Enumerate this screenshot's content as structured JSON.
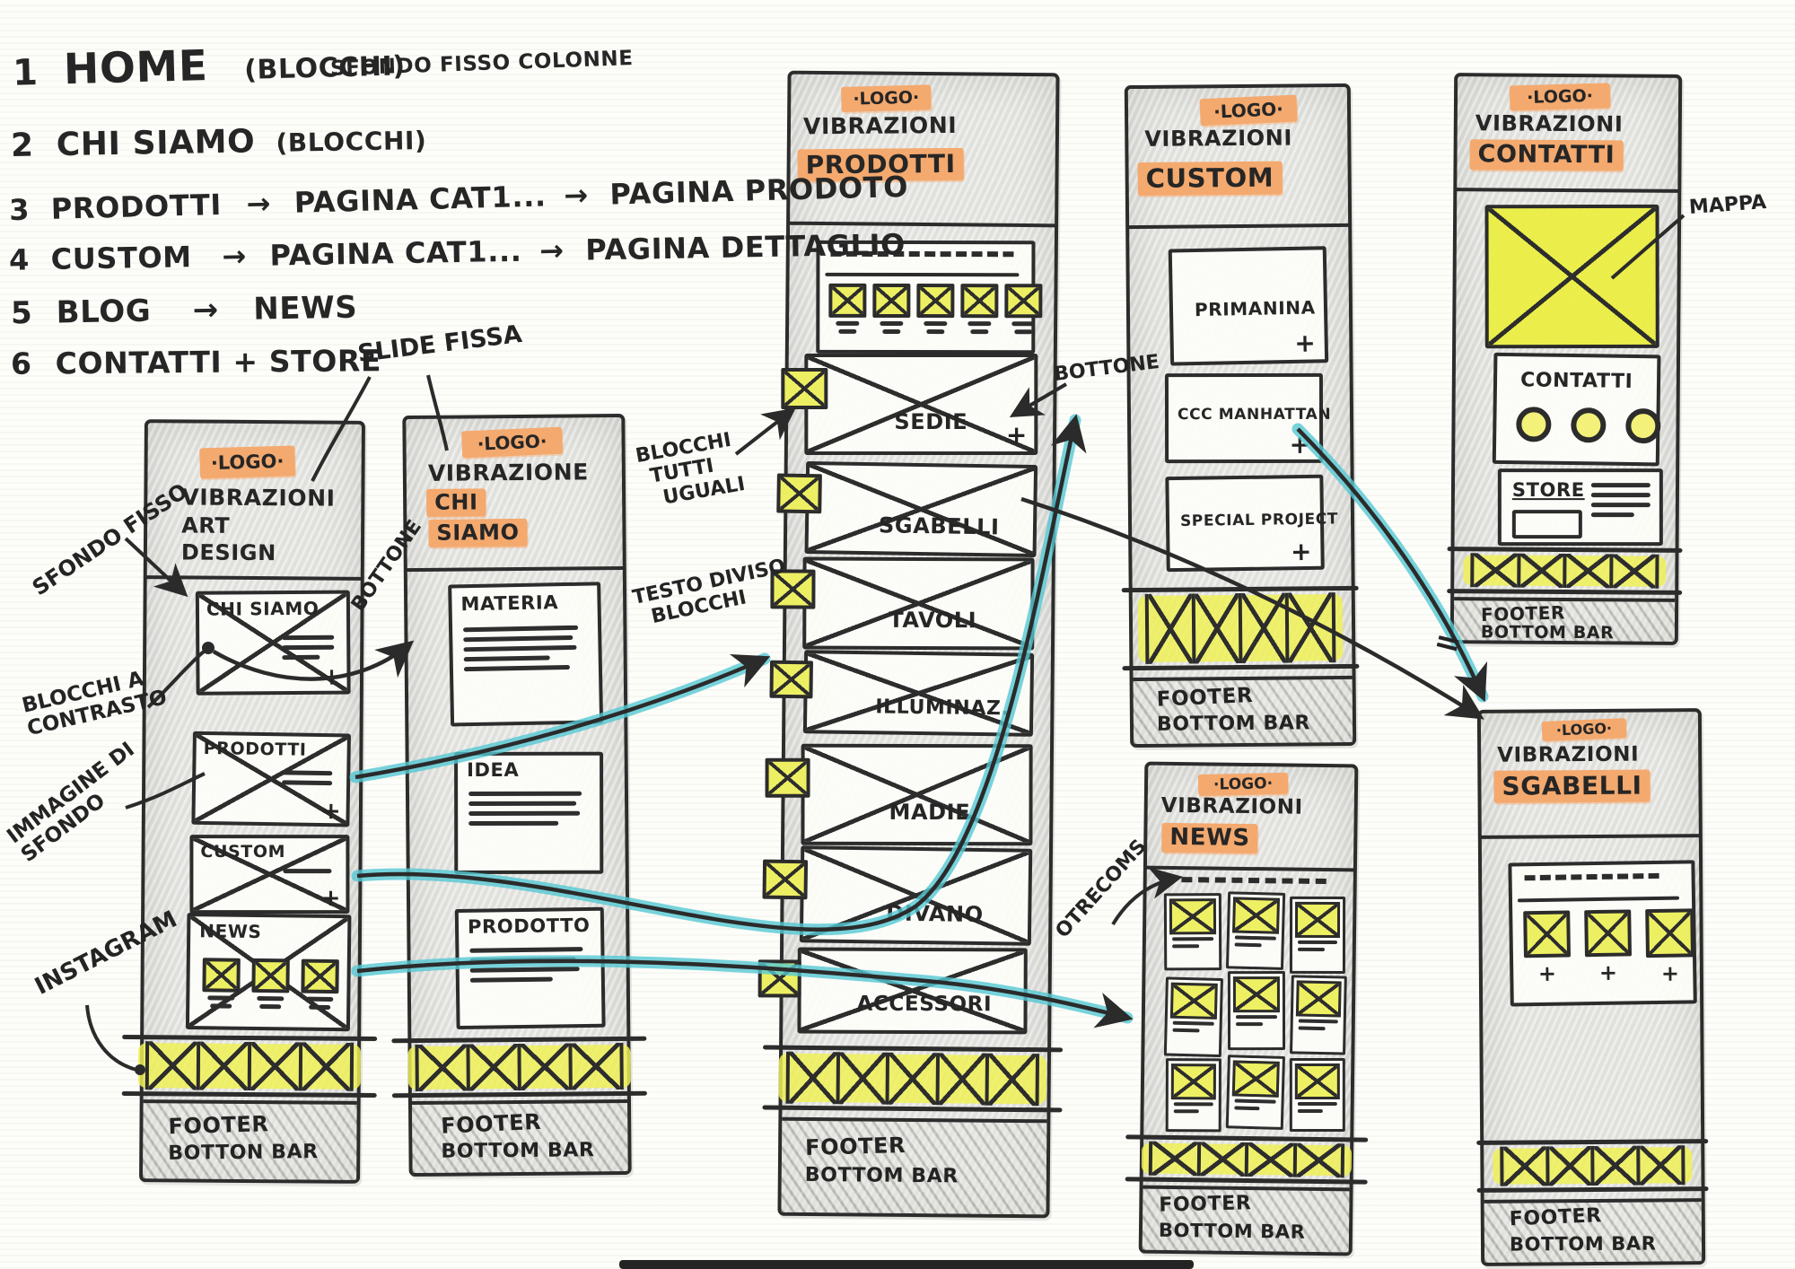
{
  "title": "Vibrazioni Art Design — website wireframe sketch",
  "glyphs": {
    "plus": "+",
    "arrow": "→",
    "equals": "="
  },
  "colors": {
    "highlight_orange": "#f4a96e",
    "highlight_yellow": "#edef63",
    "marker_teal": "#53c6d3",
    "ink": "#2d2d2d"
  },
  "sitemap": {
    "note": "SFONDO FISSO COLONNE",
    "items": [
      {
        "num": "1",
        "label": "HOME",
        "paren": "(BLOCCHI)"
      },
      {
        "num": "2",
        "label": "CHI SIAMO",
        "paren": "(BLOCCHI)"
      },
      {
        "num": "3",
        "label": "PRODOTTI",
        "step1": "PAGINA CAT1...",
        "step2": "PAGINA PRODOTO"
      },
      {
        "num": "4",
        "label": "CUSTOM",
        "step1": "PAGINA CAT1...",
        "step2": "PAGINA DETTAGLIO"
      },
      {
        "num": "5",
        "label": "BLOG",
        "step1": "NEWS"
      },
      {
        "num": "6",
        "label": "CONTATTI + STORE"
      }
    ]
  },
  "annotations": {
    "slide_fissa": "SLIDE FISSA",
    "sfondo_fisso": "SFONDO FISSO",
    "blocchi_contrasto_l1": "BLOCCHI A",
    "blocchi_contrasto_l2": "CONTRASTO",
    "immagine_l1": "IMMAGINE DI",
    "immagine_l2": "SFONDO",
    "instagram": "INSTAGRAM",
    "bottone_home": "BOTTONE",
    "blocchi_uguali_l1": "BLOCCHI",
    "blocchi_uguali_l2": "TUTTI",
    "blocchi_uguali_l3": "UGUALI",
    "testo_diviso_l1": "TESTO DIVISO",
    "testo_diviso_l2": "BLOCCHI",
    "bottone_prodotti": "BOTTONE",
    "mappa": "MAPPA",
    "otrecoms": "OTRECOMS"
  },
  "wireframes": {
    "home": {
      "logo": "·LOGO·",
      "brand1": "VIBRAZIONI",
      "brand2": "ART",
      "brand3": "DESIGN",
      "block1": "CHI SIAMO",
      "block2": "PRODOTTI",
      "block3": "CUSTOM",
      "block4": "NEWS",
      "footer1": "FOOTER",
      "footer2": "BOTTON BAR"
    },
    "chi_siamo": {
      "logo": "·LOGO·",
      "brand": "VIBRAZIONE",
      "page1": "CHI",
      "page2": "SIAMO",
      "block1": "MATERIA",
      "block2": "IDEA",
      "block3": "PRODOTTO",
      "footer1": "FOOTER",
      "footer2": "BOTTOM BAR"
    },
    "prodotti": {
      "logo": "·LOGO·",
      "brand": "VIBRAZIONI",
      "page": "PRODOTTI",
      "cat1": "SEDIE",
      "cat2": "SGABELLI",
      "cat3": "TAVOLI",
      "cat4": "ILLUMINAZ.",
      "cat5": "MADIE",
      "cat6": "DIVANO",
      "cat7": "ACCESSORI",
      "footer1": "FOOTER",
      "footer2": "BOTTOM BAR"
    },
    "custom": {
      "logo": "·LOGO·",
      "brand": "VIBRAZIONI",
      "page": "CUSTOM",
      "block1": "PRIMANINA",
      "block2": "CCC MANHATTAN",
      "block3": "SPECIAL PROJECT",
      "footer1": "FOOTER",
      "footer2": "BOTTOM BAR"
    },
    "contatti": {
      "logo": "·LOGO·",
      "brand": "VIBRAZIONI",
      "page": "CONTATTI",
      "block1": "CONTATTI",
      "block2": "STORE",
      "footer1": "FOOTER",
      "footer2": "BOTTOM BAR"
    },
    "news": {
      "logo": "·LOGO·",
      "brand": "VIBRAZIONI",
      "page": "NEWS",
      "footer1": "FOOTER",
      "footer2": "BOTTOM BAR"
    },
    "sgabelli": {
      "logo": "·LOGO·",
      "brand": "VIBRAZIONI",
      "page": "SGABELLI",
      "footer1": "FOOTER",
      "footer2": "BOTTOM BAR"
    }
  }
}
